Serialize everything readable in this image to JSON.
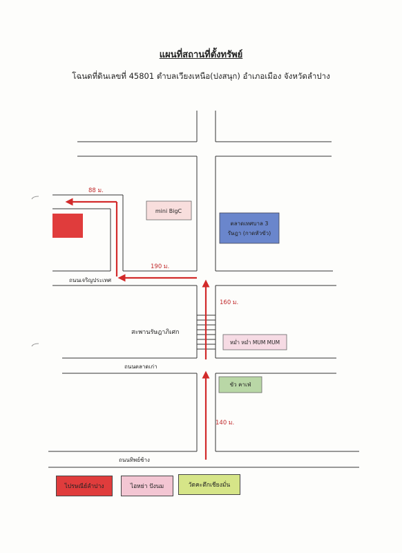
{
  "page": {
    "title": "แผนที่สถานที่ตั้งทรัพย์",
    "subtitle": "โฉนดที่ดินเลขที่ 45801 ตำบลเวียงเหนือ(ปงสนุก) อำเภอเมือง จังหวัดลำปาง"
  },
  "roads": {
    "road_1": "ถนนเจริญประเทศ",
    "road_2": "ถนนตลาดเก่า",
    "road_3": "ถนนทิพย์ช้าง",
    "bridge": "สะพานรัษฎาภิเศก"
  },
  "distances": {
    "d88": "88 ม.",
    "d190": "190 ม.",
    "d160": "160 ม.",
    "d140": "140 ม."
  },
  "places": {
    "mini_bigc": "mini BigC",
    "market_line1": "ตลาดเทศบาล 3",
    "market_line2": "รัษฎา (กาดหัวขัว)",
    "mummum": "หม่ำ หม่ำ MUM MUM",
    "cafe": "ขัว คาเฟ่"
  },
  "legend": {
    "item1": "ไปรษณีย์ลำปาง",
    "item2": "ไอหย่า ปังนม",
    "item3": "วัดคะตึกเชียงมั่น"
  },
  "colors": {
    "arrow": "#d22a2a",
    "property": "#e03c3c",
    "mini_bigc_fill": "#f8dedd",
    "market_fill": "#6a86cc",
    "mummum_fill": "#f6dbe4",
    "cafe_fill": "#b9d7a6",
    "legend1_fill": "#e03c3c",
    "legend2_fill": "#f3c6d3",
    "legend3_fill": "#d6e588"
  }
}
